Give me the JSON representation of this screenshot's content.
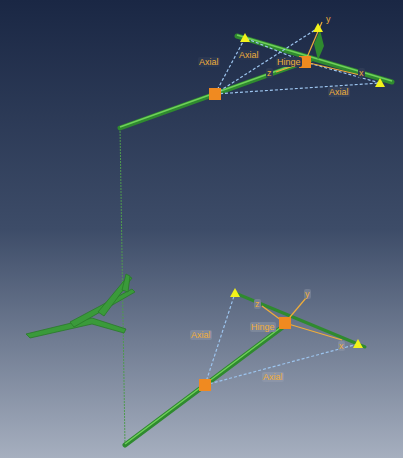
{
  "diagram": {
    "labels": [
      "Axial",
      "Axial",
      "Hinge",
      "Axial",
      "x",
      "y",
      "z",
      "Axial",
      "Hinge",
      "Axial",
      "x",
      "y",
      "z"
    ]
  }
}
